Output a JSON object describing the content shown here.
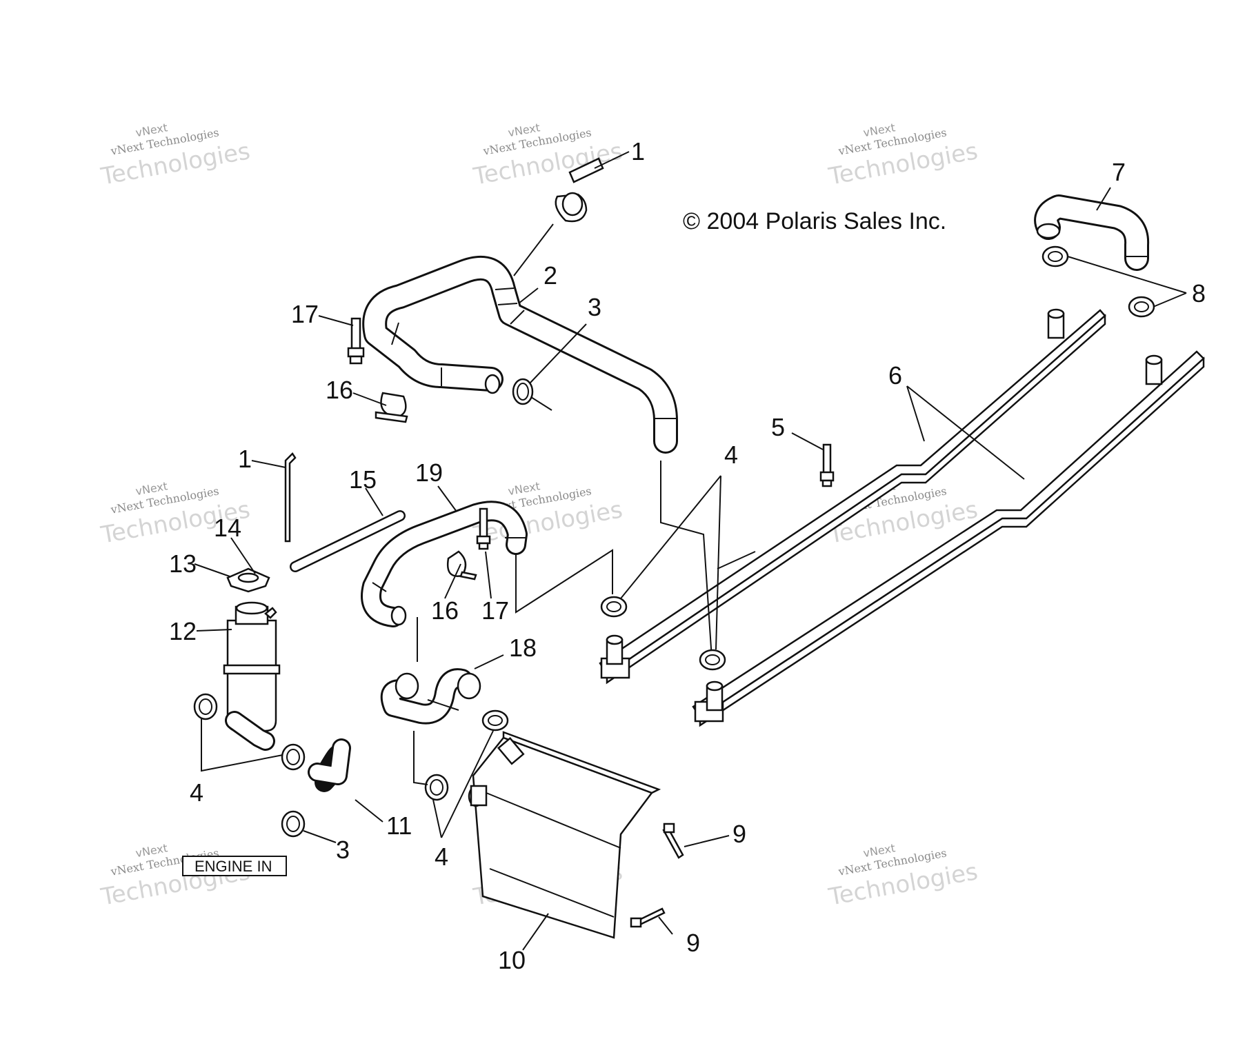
{
  "copyright": "© 2004 Polaris Sales Inc.",
  "engine_label": "ENGINE IN",
  "watermark": {
    "line1": "vNext Technologies",
    "line2": "Technologies",
    "line3": "vNext"
  },
  "callouts": [
    "1",
    "2",
    "3",
    "17",
    "16",
    "7",
    "8",
    "6",
    "5",
    "4",
    "1",
    "15",
    "19",
    "14",
    "13",
    "16",
    "17",
    "12",
    "18",
    "4",
    "11",
    "3",
    "4",
    "9",
    "9",
    "10"
  ]
}
